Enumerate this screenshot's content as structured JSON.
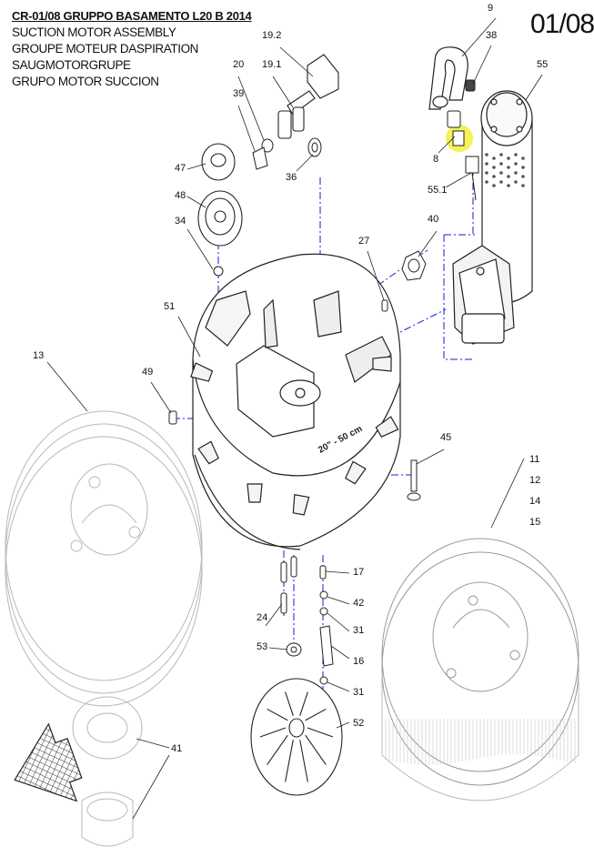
{
  "header": {
    "code_title": "CR-01/08 GRUPPO BASAMENTO L20 B 2014",
    "lines": [
      "SUCTION MOTOR ASSEMBLY",
      "GROUPE MOTEUR DASPIRATION",
      "SAUGMOTORGRUPE",
      "GRUPO MOTOR SUCCION"
    ],
    "page_number": "01/08"
  },
  "base_marking": "20\" - 50 cm",
  "callouts": [
    {
      "id": "c-9",
      "text": "9"
    },
    {
      "id": "c-38",
      "text": "38"
    },
    {
      "id": "c-55",
      "text": "55"
    },
    {
      "id": "c-8",
      "text": "8"
    },
    {
      "id": "c-55-1",
      "text": "55.1"
    },
    {
      "id": "c-40",
      "text": "40"
    },
    {
      "id": "c-19-2",
      "text": "19.2"
    },
    {
      "id": "c-20",
      "text": "20"
    },
    {
      "id": "c-19-1",
      "text": "19.1"
    },
    {
      "id": "c-39",
      "text": "39"
    },
    {
      "id": "c-36",
      "text": "36"
    },
    {
      "id": "c-47",
      "text": "47"
    },
    {
      "id": "c-48",
      "text": "48"
    },
    {
      "id": "c-34",
      "text": "34"
    },
    {
      "id": "c-27",
      "text": "27"
    },
    {
      "id": "c-51",
      "text": "51"
    },
    {
      "id": "c-49",
      "text": "49"
    },
    {
      "id": "c-13",
      "text": "13"
    },
    {
      "id": "c-45",
      "text": "45"
    },
    {
      "id": "c-11",
      "text": "11"
    },
    {
      "id": "c-12",
      "text": "12"
    },
    {
      "id": "c-14",
      "text": "14"
    },
    {
      "id": "c-15",
      "text": "15"
    },
    {
      "id": "c-17",
      "text": "17"
    },
    {
      "id": "c-42",
      "text": "42"
    },
    {
      "id": "c-24",
      "text": "24"
    },
    {
      "id": "c-31a",
      "text": "31"
    },
    {
      "id": "c-53",
      "text": "53"
    },
    {
      "id": "c-16",
      "text": "16"
    },
    {
      "id": "c-31b",
      "text": "31"
    },
    {
      "id": "c-52",
      "text": "52"
    },
    {
      "id": "c-41",
      "text": "41"
    }
  ],
  "colors": {
    "line": "#222222",
    "leader": "#1a1ad8",
    "ghost": "#b8b8b8",
    "highlight": "#f2ee3c"
  }
}
